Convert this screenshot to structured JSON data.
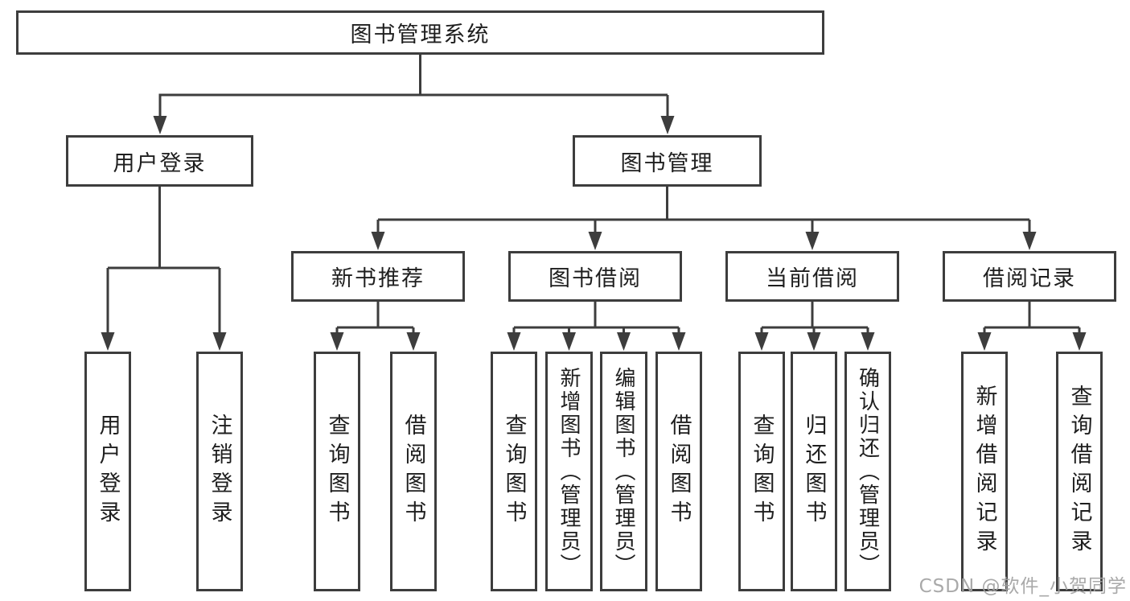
{
  "diagram": {
    "root": {
      "label": "图书管理系统"
    },
    "level2": [
      {
        "label": "用户登录"
      },
      {
        "label": "图书管理"
      }
    ],
    "level3": [
      {
        "label": "新书推荐"
      },
      {
        "label": "图书借阅"
      },
      {
        "label": "当前借阅"
      },
      {
        "label": "借阅记录"
      }
    ],
    "leaves": [
      {
        "label": "用户登录"
      },
      {
        "label": "注销登录"
      },
      {
        "label": "查询图书"
      },
      {
        "label": "借阅图书"
      },
      {
        "label": "查询图书"
      },
      {
        "label": "新增图书（管理员）"
      },
      {
        "label": "编辑图书（管理员）"
      },
      {
        "label": "借阅图书"
      },
      {
        "label": "查询图书"
      },
      {
        "label": "归还图书"
      },
      {
        "label": "确认归还（管理员）"
      },
      {
        "label": "新增借阅记录"
      },
      {
        "label": "查询借阅记录"
      }
    ],
    "colors": {
      "line": "#3d3d3d",
      "text": "#1e1e1e",
      "background": "#ffffff"
    }
  },
  "watermark": {
    "text": "CSDN @软件_小贺同学",
    "color": "#a2a2a2"
  }
}
